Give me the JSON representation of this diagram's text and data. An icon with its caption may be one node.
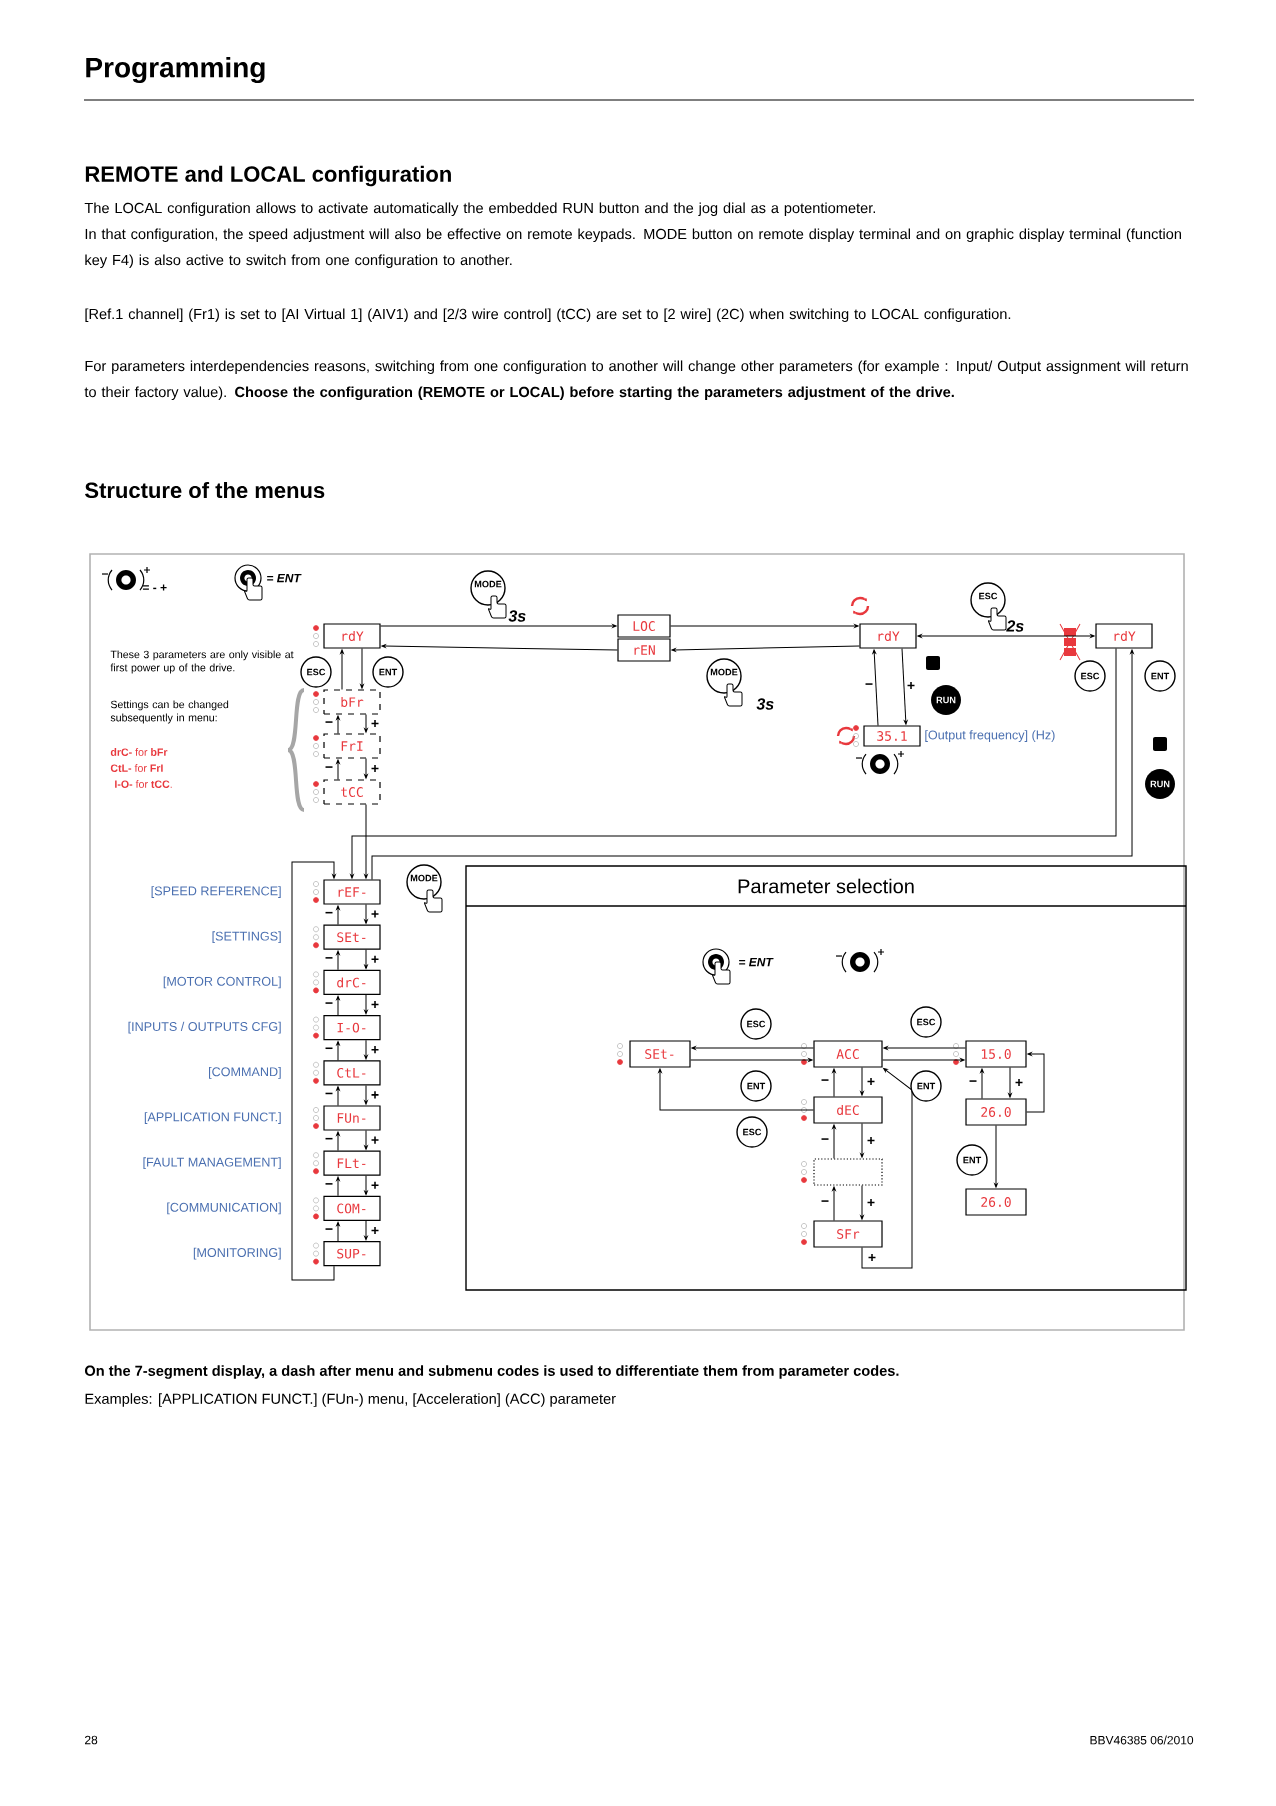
{
  "diagram": {
    "title": "Programming",
    "nodes": [
      {
        "text": [
          "rdY"
        ]
      },
      {
        "text": [
          "bFr"
        ]
      },
      {
        "text": [
          "FrI"
        ]
      },
      {
        "text": [
          "tCC"
        ]
      },
      {
        "text": [
          "LOC"
        ]
      },
      {
        "text": [
          "rEN"
        ]
      },
      {
        "text": [
          "rdY"
        ]
      },
      {
        "text": [
          "35.1"
        ],
        "beside": [
          "[Output frequency] (Hz)"
        ]
      },
      {
        "text": [
          "rdY"
        ]
      },
      {
        "text": [
          "rEF-"
        ],
        "beside": [
          "[SPEED REFERENCE]"
        ]
      },
      {
        "text": [
          "SEt-"
        ],
        "beside": [
          "[SETTINGS]"
        ]
      },
      {
        "text": [
          "drC-"
        ],
        "beside": [
          "[MOTOR CONTROL]"
        ]
      },
      {
        "text": [
          "I-O-"
        ],
        "beside": [
          "[INPUTS / OUTPUTS CFG]"
        ]
      },
      {
        "text": [
          "CtL-"
        ],
        "beside": [
          "[COMMAND]"
        ]
      },
      {
        "text": [
          "FUn-"
        ],
        "beside": [
          "[APPLICATION FUNCT.]"
        ]
      },
      {
        "text": [
          "FLt-"
        ],
        "beside": [
          "[FAULT MANAGEMENT]"
        ]
      },
      {
        "text": [
          "COM-"
        ],
        "beside": [
          "[COMMUNICATION]"
        ]
      },
      {
        "text": [
          "SUP-"
        ],
        "beside": [
          "[MONITORING]"
        ]
      },
      {
        "text": [
          "Parameter selection"
        ]
      },
      {
        "text": [
          "SEt-"
        ],
        "in": 18
      },
      {
        "text": [
          "ACC"
        ],
        "in": 18
      },
      {
        "text": [
          "dEC"
        ],
        "in": 18
      },
      {
        "text": [],
        "shape": "box",
        "in": 18
      },
      {
        "text": [
          "SFr"
        ],
        "in": 18
      },
      {
        "text": [
          "15.0"
        ],
        "in": 18
      },
      {
        "text": [
          "26.0"
        ],
        "in": 18
      },
      {
        "text": [
          "26.0"
        ],
        "in": 18
      }
    ],
    "edges": [
      {
        "from": 0,
        "to": 1,
        "arrow": "to"
      },
      {
        "from": 1,
        "to": 0,
        "arrow": "to"
      },
      {
        "from": 1,
        "to": 2,
        "arrow": "to",
        "label": "+"
      },
      {
        "from": 2,
        "to": 1,
        "arrow": "to",
        "label": "−"
      },
      {
        "from": 2,
        "to": 3,
        "arrow": "to",
        "label": "+"
      },
      {
        "from": 3,
        "to": 2,
        "arrow": "to",
        "label": "−"
      },
      {
        "from": 3,
        "to": 9,
        "arrow": "to"
      },
      {
        "from": 0,
        "to": 4,
        "arrow": "to"
      },
      {
        "from": 5,
        "to": 0,
        "arrow": "to"
      },
      {
        "from": 4,
        "to": 6,
        "arrow": "to"
      },
      {
        "from": 6,
        "to": 5,
        "arrow": "to"
      },
      {
        "from": 6,
        "to": 8,
        "arrow": "both"
      },
      {
        "from": 6,
        "to": 7,
        "arrow": "to",
        "label": "+"
      },
      {
        "from": 7,
        "to": 6,
        "arrow": "to",
        "label": "−"
      },
      {
        "from": 9,
        "to": 8,
        "arrow": "to"
      },
      {
        "from": 8,
        "to": 9,
        "arrow": "to"
      },
      {
        "from": 9,
        "to": 10,
        "arrow": "to",
        "label": "+"
      },
      {
        "from": 10,
        "to": 9,
        "arrow": "to",
        "label": "−"
      },
      {
        "from": 10,
        "to": 11,
        "arrow": "to",
        "label": "+"
      },
      {
        "from": 11,
        "to": 10,
        "arrow": "to",
        "label": "−"
      },
      {
        "from": 11,
        "to": 12,
        "arrow": "to",
        "label": "+"
      },
      {
        "from": 12,
        "to": 11,
        "arrow": "to",
        "label": "−"
      },
      {
        "from": 12,
        "to": 13,
        "arrow": "to",
        "label": "+"
      },
      {
        "from": 13,
        "to": 12,
        "arrow": "to",
        "label": "−"
      },
      {
        "from": 13,
        "to": 14,
        "arrow": "to",
        "label": "+"
      },
      {
        "from": 14,
        "to": 13,
        "arrow": "to",
        "label": "−"
      },
      {
        "from": 14,
        "to": 15,
        "arrow": "to",
        "label": "+"
      },
      {
        "from": 15,
        "to": 14,
        "arrow": "to",
        "label": "−"
      },
      {
        "from": 15,
        "to": 16,
        "arrow": "to",
        "label": "+"
      },
      {
        "from": 16,
        "to": 15,
        "arrow": "to",
        "label": "−"
      },
      {
        "from": 16,
        "to": 17,
        "arrow": "to",
        "label": "+"
      },
      {
        "from": 17,
        "to": 16,
        "arrow": "to",
        "label": "−"
      },
      {
        "from": 17,
        "to": 9,
        "arrow": "to"
      },
      {
        "from": 19,
        "to": 20,
        "arrow": "to"
      },
      {
        "from": 20,
        "to": 19,
        "arrow": "to"
      },
      {
        "from": 21,
        "to": 19,
        "arrow": "to"
      },
      {
        "from": 20,
        "to": 21,
        "arrow": "to",
        "label": "+"
      },
      {
        "from": 21,
        "to": 20,
        "arrow": "to",
        "label": "−"
      },
      {
        "from": 21,
        "to": 22,
        "arrow": "to",
        "label": "+"
      },
      {
        "from": 22,
        "to": 21,
        "arrow": "to",
        "label": "−"
      },
      {
        "from": 22,
        "to": 23,
        "arrow": "to",
        "label": "+"
      },
      {
        "from": 23,
        "to": 22,
        "arrow": "to",
        "label": "−"
      },
      {
        "from": 23,
        "to": 20,
        "arrow": "to",
        "label": "+"
      },
      {
        "from": 20,
        "to": 24,
        "arrow": "to"
      },
      {
        "from": 24,
        "to": 20,
        "arrow": "to"
      },
      {
        "from": 24,
        "to": 25,
        "arrow": "to",
        "label": "+"
      },
      {
        "from": 25,
        "to": 24,
        "arrow": "to",
        "label": "−"
      },
      {
        "from": 25,
        "to": 24,
        "arrow": "to"
      },
      {
        "from": 25,
        "to": 26,
        "arrow": "to"
      }
    ],
    "labels": [
      "REMOTE and LOCAL configuration",
      "The LOCAL configuration allows to activate automatically the embedded RUN button and the jog dial as a potentiometer.",
      "In that configuration, the speed adjustment will also be effective on remote keypads. MODE button on remote display terminal and on graphic display terminal (function key F4) is also active to switch from one configuration to another.",
      "[Ref.1 channel] (Fr1) is set to [AI Virtual 1] (AIV1) and [2/3 wire control] (tCC) are set to [2 wire] (2C) when switching to LOCAL configuration.",
      "For parameters interdependencies reasons, switching from one configuration to another will change other parameters (for example : Input/ Output assignment will return to their factory value). **Choose the configuration (REMOTE or LOCAL) before starting the parameters adjustment of the drive.**",
      "Structure of the menus",
      "= - +",
      "= ENT",
      "MODE",
      "3s",
      "ESC",
      "2s",
      "These 3 parameters are only visible at first power up of the drive.",
      "Settings can be changed subsequently in menu:",
      "**drC-** for **bFr**",
      "**CtL-** for **FrI**",
      "**I-O-** for **tCC**.",
      "ESC",
      "ENT",
      "MODE",
      "3s",
      "RUN",
      "ESC",
      "ENT",
      "RUN",
      "MODE",
      "= ENT",
      "ESC",
      "ENT",
      "ESC",
      "ESC",
      "ENT",
      "ENT",
      "On the 7-segment display, a dash after menu and submenu codes is used to differentiate them from parameter codes.",
      "Examples: [APPLICATION FUNCT.] (FUn-) menu, [Acceleration] (ACC) parameter",
      "28",
      "BBV46385 06/2010"
    ]
  }
}
